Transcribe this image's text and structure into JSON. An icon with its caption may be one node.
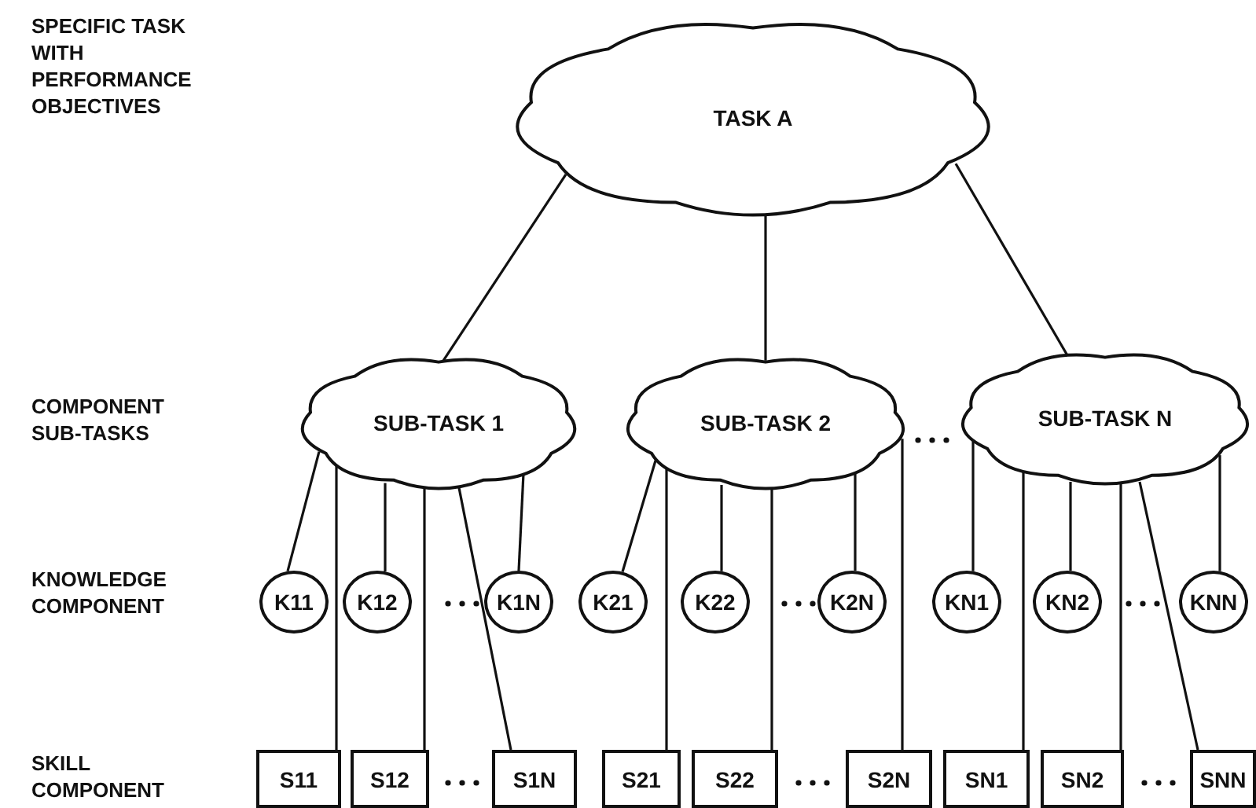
{
  "diagram": {
    "nodes": [
      {
        "text": [
          "TASK A"
        ]
      },
      {
        "text": [
          "SUB-TASK 1"
        ]
      },
      {
        "text": [
          "SUB-TASK 2"
        ]
      },
      {
        "text": [
          "SUB-TASK N"
        ]
      },
      {
        "text": [
          "K11"
        ]
      },
      {
        "text": [
          "K12"
        ]
      },
      {
        "text": [
          "K1N"
        ]
      },
      {
        "text": [
          "K21"
        ]
      },
      {
        "text": [
          "K22"
        ]
      },
      {
        "text": [
          "K2N"
        ]
      },
      {
        "text": [
          "KN1"
        ]
      },
      {
        "text": [
          "KN2"
        ]
      },
      {
        "text": [
          "KNN"
        ]
      },
      {
        "text": [
          "S11"
        ]
      },
      {
        "text": [
          "S12"
        ]
      },
      {
        "text": [
          "S1N"
        ]
      },
      {
        "text": [
          "S21"
        ]
      },
      {
        "text": [
          "S22"
        ]
      },
      {
        "text": [
          "S2N"
        ]
      },
      {
        "text": [
          "SN1"
        ]
      },
      {
        "text": [
          "SN2"
        ]
      },
      {
        "text": [
          "SNN"
        ]
      }
    ],
    "edges": [
      {
        "from": 0,
        "to": 1,
        "arrow": "none"
      },
      {
        "from": 0,
        "to": 2,
        "arrow": "none"
      },
      {
        "from": 0,
        "to": 3,
        "arrow": "none"
      },
      {
        "from": 1,
        "to": 4,
        "arrow": "none"
      },
      {
        "from": 1,
        "to": 13,
        "arrow": "none"
      },
      {
        "from": 1,
        "to": 5,
        "arrow": "none"
      },
      {
        "from": 1,
        "to": 14,
        "arrow": "none"
      },
      {
        "from": 1,
        "to": 15,
        "arrow": "none"
      },
      {
        "from": 1,
        "to": 6,
        "arrow": "none"
      },
      {
        "from": 2,
        "to": 7,
        "arrow": "none"
      },
      {
        "from": 2,
        "to": 16,
        "arrow": "none"
      },
      {
        "from": 2,
        "to": 8,
        "arrow": "none"
      },
      {
        "from": 2,
        "to": 17,
        "arrow": "none"
      },
      {
        "from": 2,
        "to": 9,
        "arrow": "none"
      },
      {
        "from": 2,
        "to": 18,
        "arrow": "none"
      },
      {
        "from": 3,
        "to": 10,
        "arrow": "none"
      },
      {
        "from": 3,
        "to": 19,
        "arrow": "none"
      },
      {
        "from": 3,
        "to": 11,
        "arrow": "none"
      },
      {
        "from": 3,
        "to": 20,
        "arrow": "none"
      },
      {
        "from": 3,
        "to": 21,
        "arrow": "none"
      },
      {
        "from": 3,
        "to": 12,
        "arrow": "none"
      }
    ],
    "labels": [
      "SPECIFIC TASK WITH PERFORMANCE OBJECTIVES",
      "COMPONENT SUB-TASKS",
      "KNOWLEDGE COMPONENT",
      "SKILL COMPONENT"
    ]
  }
}
